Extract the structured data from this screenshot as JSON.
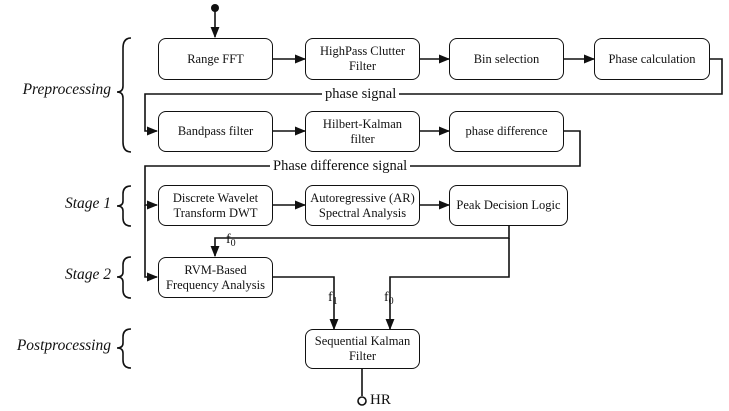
{
  "stages": {
    "preprocessing": "Preprocessing",
    "stage1": "Stage 1",
    "stage2": "Stage 2",
    "postprocessing": "Postprocessing"
  },
  "blocks": {
    "range_fft": "Range FFT",
    "highpass": "HighPass Clutter\nFilter",
    "bin_selection": "Bin selection",
    "phase_calc": "Phase calculation",
    "bandpass": "Bandpass filter",
    "hilbert_kalman": "Hilbert-Kalman filter",
    "phase_diff": "phase difference",
    "dwt": "Discrete Wavelet\nTransform DWT",
    "ar": "Autoregressive (AR)\nSpectral Analysis",
    "peak": "Peak Decision Logic",
    "rvm": "RVM-Based\nFrequency Analysis",
    "kalman": "Sequential Kalman\nFilter"
  },
  "signals": {
    "phase_signal": "phase signal",
    "phase_difference_signal": "Phase difference signal",
    "f0_top_base": "f",
    "f0_top_sub": "0",
    "f1_base": "f",
    "f1_sub": "1",
    "f0_bottom_base": "f",
    "f0_bottom_sub": "0",
    "output": "HR"
  }
}
